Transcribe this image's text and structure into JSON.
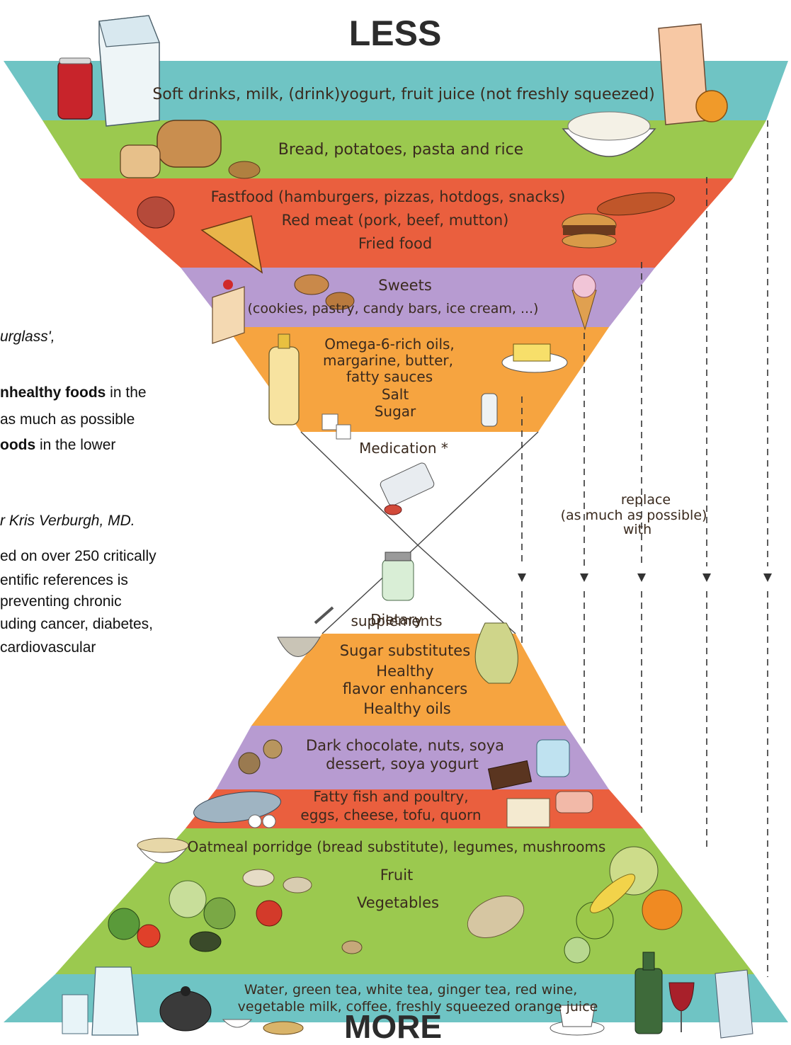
{
  "title_top": "LESS",
  "title_bottom": "MORE",
  "colors": {
    "teal": "#6fc4c4",
    "green": "#9bc94f",
    "red": "#ea5f3e",
    "purple": "#b79bd1",
    "orange": "#f6a440"
  },
  "upper_bands": [
    {
      "lines": [
        "Soft drinks, milk, (drink)yogurt, fruit juice (not freshly squeezed)"
      ]
    },
    {
      "lines": [
        "Bread, potatoes, pasta and rice"
      ]
    },
    {
      "lines": [
        "Fastfood (hamburgers, pizzas, hotdogs, snacks)",
        "Red meat (pork, beef, mutton)",
        "Fried food"
      ]
    },
    {
      "lines": [
        "Sweets",
        "(cookies, pastry, candy bars, ice cream, ...)"
      ]
    },
    {
      "lines": [
        "Omega-6-rich oils,",
        "margarine, butter,",
        "fatty sauces",
        "Salt",
        "Sugar"
      ]
    }
  ],
  "medication": "Medication *",
  "supplements": [
    "Dietary",
    "supplements"
  ],
  "lower_bands": [
    {
      "lines": [
        "Sugar substitutes",
        "Healthy",
        "flavor enhancers",
        "Healthy oils"
      ]
    },
    {
      "lines": [
        "Dark chocolate, nuts, soya",
        "dessert, soya yogurt"
      ]
    },
    {
      "lines": [
        "Fatty fish and poultry,",
        "eggs, cheese, tofu, quorn"
      ]
    },
    {
      "lines": [
        "Oatmeal porridge (bread substitute), legumes, mushrooms",
        "Fruit",
        "Vegetables"
      ]
    },
    {
      "lines": [
        "Water, green tea, white tea, ginger tea, red wine,",
        "vegetable milk, coffee, freshly squeezed orange juice"
      ]
    }
  ],
  "replace_note": [
    "replace",
    "(as much as possible)",
    "with"
  ],
  "side_text": {
    "line1": "urglass',",
    "line2_bold": "nhealthy foods",
    "line2_rest": " in the",
    "line3": " as much as possible",
    "line4_bold": "oods",
    "line4_rest": " in the lower",
    "line5": "r Kris Verburgh, MD.",
    "line6": "ed on over 250 critically",
    "line7": "entific references is",
    "line8": "preventing chronic",
    "line9": "uding cancer, diabetes,",
    "line10": " cardiovascular"
  }
}
